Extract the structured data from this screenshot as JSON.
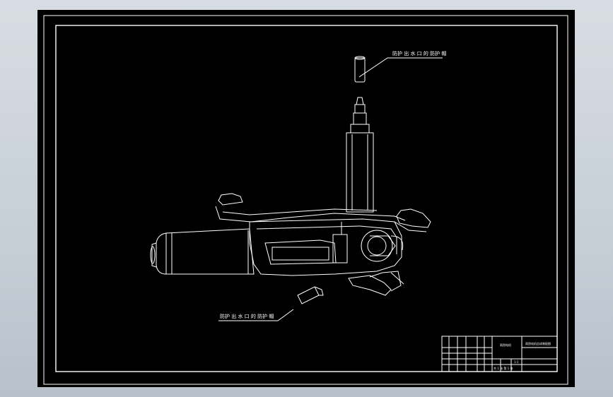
{
  "drawing": {
    "callout_top": "防护 出 水 口 的 防护 帽",
    "callout_bottom": "防护 出 水 口 的 防护 帽"
  },
  "title_block": {
    "drawing_name": "雨刮电机",
    "drawing_code": "雨刮电机总成装配图",
    "scale": "1:1",
    "sheet": "共 1 张 第 1 张"
  }
}
